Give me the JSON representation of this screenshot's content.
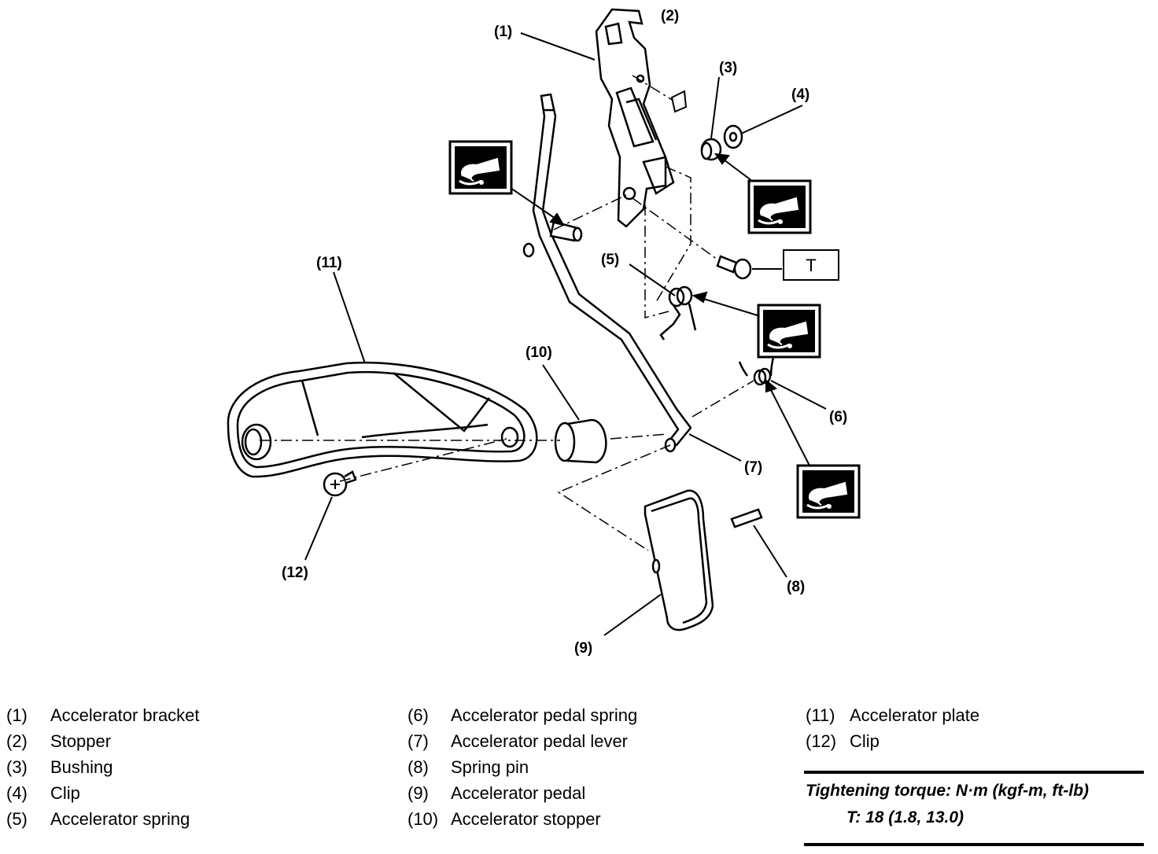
{
  "callouts": [
    "(1)",
    "(2)",
    "(3)",
    "(4)",
    "(5)",
    "(6)",
    "(7)",
    "(8)",
    "(9)",
    "(10)",
    "(11)",
    "(12)"
  ],
  "torque_box_label": "T",
  "legend": {
    "col1": [
      {
        "num": "(1)",
        "label": "Accelerator bracket"
      },
      {
        "num": "(2)",
        "label": "Stopper"
      },
      {
        "num": "(3)",
        "label": "Bushing"
      },
      {
        "num": "(4)",
        "label": "Clip"
      },
      {
        "num": "(5)",
        "label": "Accelerator spring"
      }
    ],
    "col2": [
      {
        "num": "(6)",
        "label": "Accelerator pedal spring"
      },
      {
        "num": "(7)",
        "label": "Accelerator pedal lever"
      },
      {
        "num": "(8)",
        "label": "Spring pin"
      },
      {
        "num": "(9)",
        "label": "Accelerator pedal"
      },
      {
        "num": "(10)",
        "label": "Accelerator stopper"
      }
    ],
    "col3": [
      {
        "num": "(11)",
        "label": "Accelerator plate"
      },
      {
        "num": "(12)",
        "label": "Clip"
      }
    ]
  },
  "torque": {
    "title": "Tightening torque: N·m (kgf-m, ft-lb)",
    "value": "T: 18 (1.8, 13.0)"
  },
  "icons": [
    "grease-icon",
    "grease-icon",
    "grease-icon",
    "grease-icon"
  ]
}
